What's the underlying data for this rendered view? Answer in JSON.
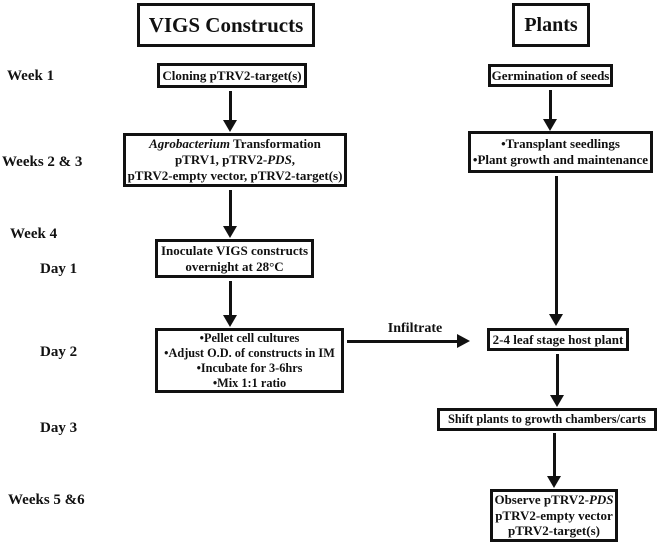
{
  "diagram": {
    "headers": {
      "vigs": "VIGS Constructs",
      "plants": "Plants"
    },
    "timeline": {
      "week1": "Week 1",
      "weeks2_3": "Weeks 2 & 3",
      "week4": "Week 4",
      "day1": "Day 1",
      "day2": "Day 2",
      "day3": "Day 3",
      "weeks5_6": "Weeks 5 &6"
    },
    "vigs_column": {
      "cloning": "Cloning pTRV2-target(s)",
      "transformation": {
        "line1_italic": "Agrobacterium",
        "line1_rest": " Transformation",
        "line2_pre": "pTRV1, pTRV2-",
        "line2_italic": "PDS",
        "line2_post": ",",
        "line3": "pTRV2-empty vector, pTRV2-target(s)"
      },
      "inoculate": {
        "line1": "Inoculate VIGS constructs",
        "line2": "overnight at 28°C"
      },
      "day2_box": {
        "line1": "•Pellet cell cultures",
        "line2": "•Adjust O.D.  of constructs in IM",
        "line3": "•Incubate for 3-6hrs",
        "line4": "•Mix 1:1 ratio"
      }
    },
    "plants_column": {
      "germination": "Germination of seeds",
      "transplant": {
        "line1": "•Transplant seedlings",
        "line2": "•Plant growth and maintenance"
      },
      "host_plant": "2-4 leaf stage host plant",
      "shift": "Shift plants to growth chambers/carts",
      "observe": {
        "line1_pre": "Observe pTRV2-",
        "line1_italic": "PDS",
        "line2": "pTRV2-empty vector",
        "line3": "pTRV2-target(s)"
      }
    },
    "infiltrate_label": "Infiltrate",
    "colors": {
      "ink": "#111111",
      "background": "#ffffff"
    }
  }
}
